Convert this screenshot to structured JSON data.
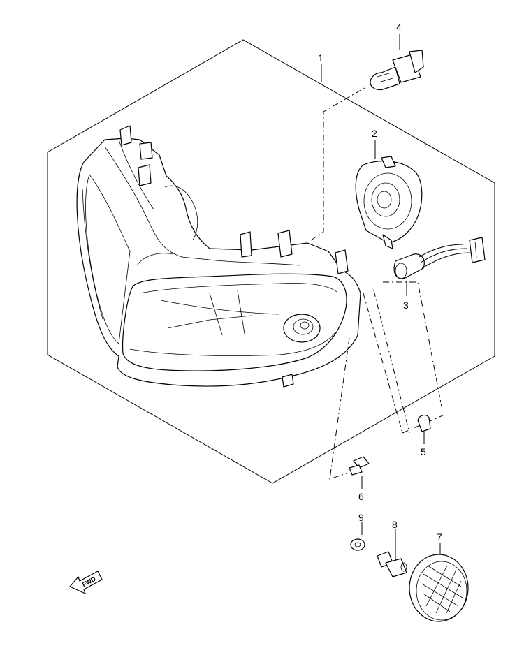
{
  "parts": [
    {
      "id": "1",
      "label": "1"
    },
    {
      "id": "2",
      "label": "2"
    },
    {
      "id": "3",
      "label": "3"
    },
    {
      "id": "4",
      "label": "4"
    },
    {
      "id": "5",
      "label": "5"
    },
    {
      "id": "6",
      "label": "6"
    },
    {
      "id": "7",
      "label": "7"
    },
    {
      "id": "8",
      "label": "8"
    },
    {
      "id": "9",
      "label": "9"
    }
  ],
  "fwd_arrow": {
    "label": "FWD"
  }
}
